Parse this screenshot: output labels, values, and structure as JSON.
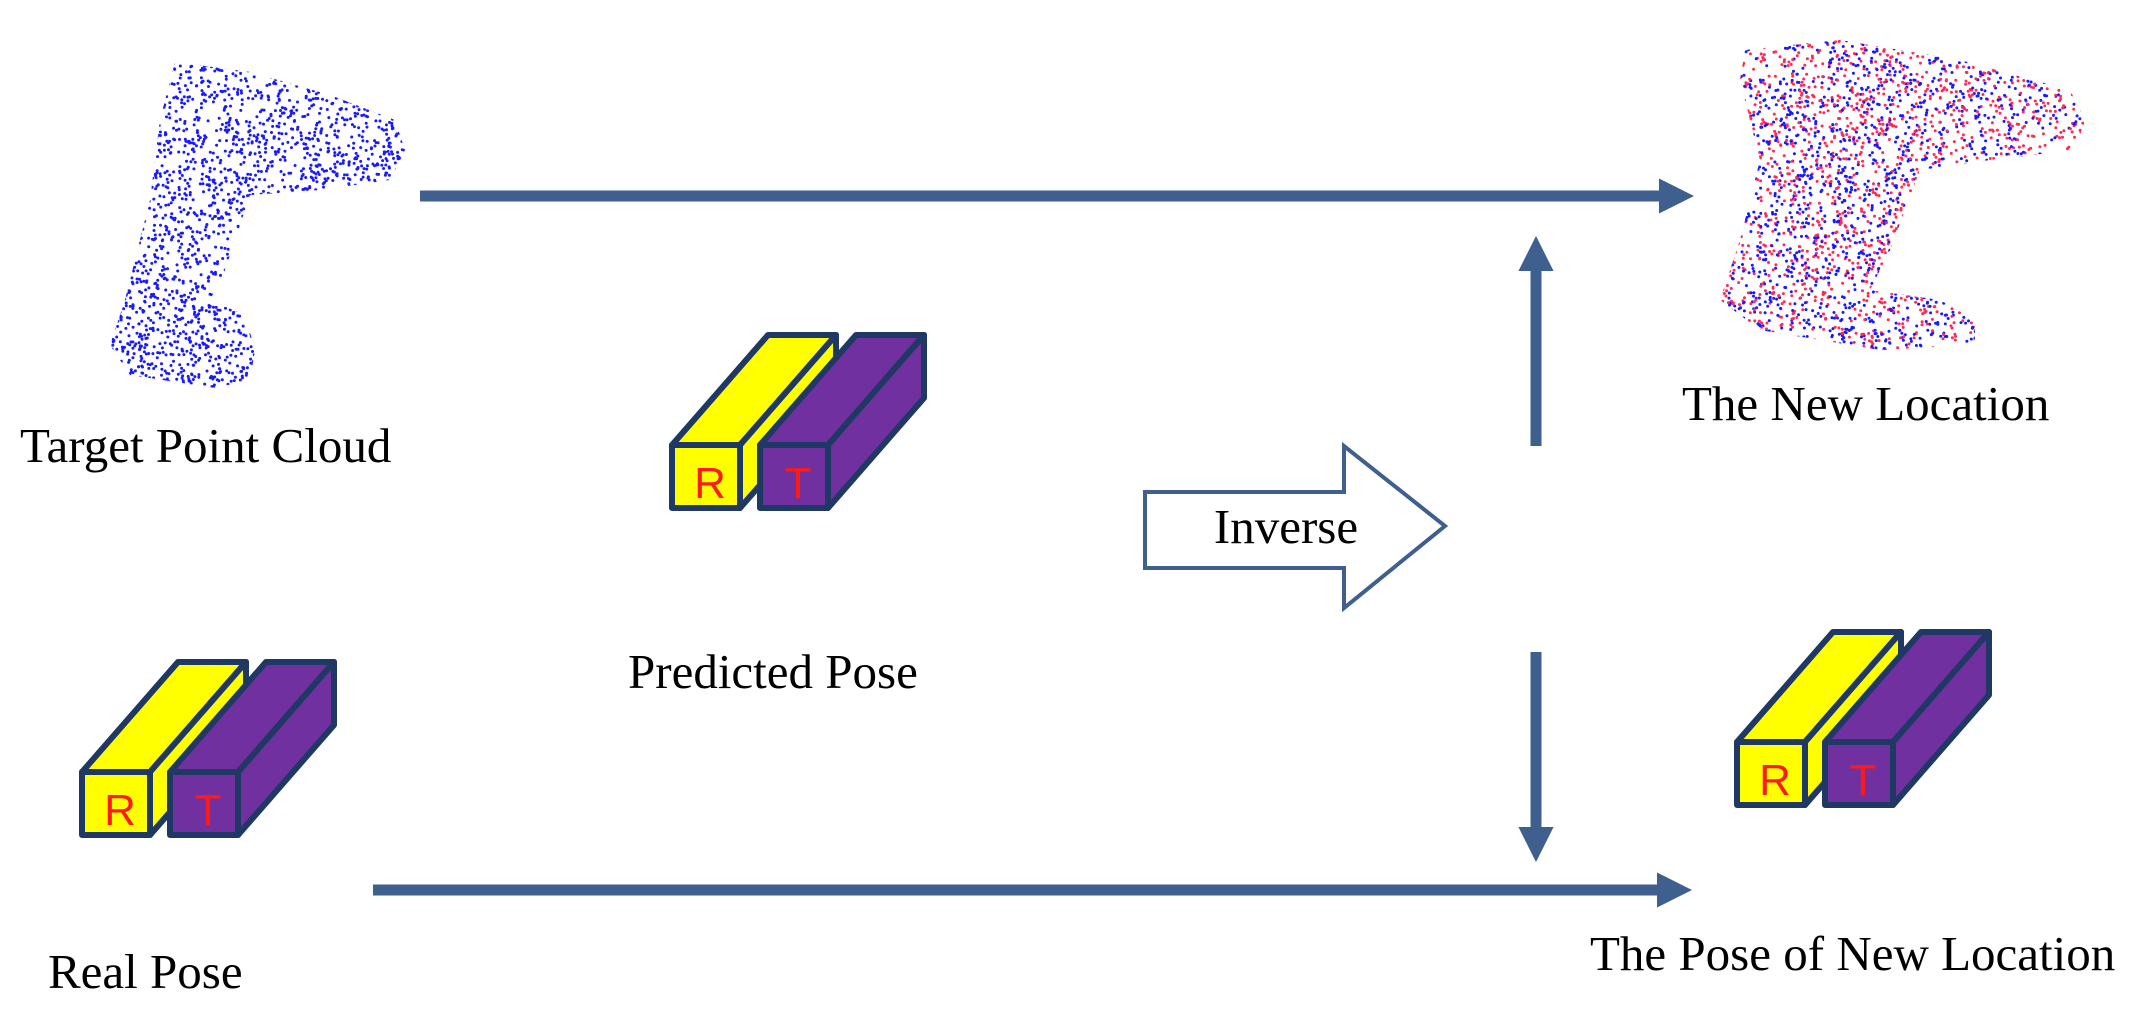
{
  "captions": {
    "target_point_cloud": "Target Point Cloud",
    "new_location": "The New Location",
    "predicted_pose": "Predicted Pose",
    "inverse": "Inverse",
    "real_pose": "Real Pose",
    "pose_of_new_location": "The Pose of New Location"
  },
  "pose_blocks": {
    "rotation_letter": "R",
    "translation_letter": "T"
  },
  "colors": {
    "arrow": "#3f5f8f",
    "rotation_block": "#ffff00",
    "translation_block": "#7030a0",
    "block_outline": "#1f3864",
    "letter": "#ff1a1a",
    "cloud_blue": "#1a1aff",
    "cloud_red": "#ff2a55"
  },
  "icons": [
    "drill-point-cloud-icon",
    "overlapped-point-cloud-icon",
    "pose-block-icon",
    "hollow-right-arrow-icon"
  ]
}
